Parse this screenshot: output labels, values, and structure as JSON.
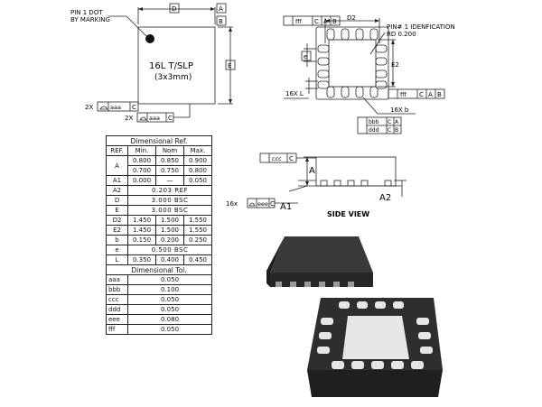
{
  "top_view": {
    "pin1_label_line1": "PIN 1 DOT",
    "pin1_label_line2": "BY MARKING",
    "package_line1": "16L T/SLP",
    "package_line2": "(3x3mm)",
    "dim_d": "D",
    "dim_a": "A",
    "dim_b": "B",
    "dim_e": "E",
    "tol1_prefix": "2X",
    "tol1_value": "aaa",
    "tol1_datum": "C",
    "tol2_prefix": "2X",
    "tol2_value": "aaa",
    "tol2_datum": "C"
  },
  "bottom_view": {
    "fff_label": "fff",
    "datums": [
      "C",
      "A",
      "B"
    ],
    "d2_label": "D2",
    "pin1_ident": "PIN# 1 IDENFICATION",
    "rd_label": "RD 0.200",
    "e_label": "e",
    "e2_label": "E2",
    "l_label": "16X L",
    "b_label": "16X b",
    "bbb_label": "bbb",
    "ddd_label": "ddd"
  },
  "side_view": {
    "title": "SIDE VIEW",
    "ccc_label": "ccc",
    "c_label": "C",
    "a_label": "A",
    "a1_label": "A1",
    "a2_label": "A2",
    "eee_prefix": "16x",
    "eee_label": "eee"
  },
  "table": {
    "title": "Dimensional Ref.",
    "headers": [
      "REF.",
      "Min.",
      "Nom",
      "Max."
    ],
    "rows": [
      {
        "ref": "A",
        "min": "0.800",
        "nom": "0.850",
        "max": "0.900"
      },
      {
        "ref": "",
        "min": "0.700",
        "nom": "0.750",
        "max": "0.800"
      },
      {
        "ref": "A1",
        "min": "0.000",
        "nom": "—",
        "max": "0.050"
      },
      {
        "ref": "A2",
        "span": "0.203  REF"
      },
      {
        "ref": "D",
        "span": "3.000  BSC"
      },
      {
        "ref": "E",
        "span": "3.000  BSC"
      },
      {
        "ref": "D2",
        "min": "1.450",
        "nom": "1.500",
        "max": "1.550"
      },
      {
        "ref": "E2",
        "min": "1.450",
        "nom": "1.500",
        "max": "1.550"
      },
      {
        "ref": "b",
        "min": "0.150",
        "nom": "0.200",
        "max": "0.250"
      },
      {
        "ref": "e",
        "span": "0.500  BSC"
      },
      {
        "ref": "L",
        "min": "0.350",
        "nom": "0.400",
        "max": "0.450"
      }
    ],
    "tol_title": "Dimensional Tol.",
    "tol_rows": [
      {
        "ref": "aaa",
        "value": "0.050"
      },
      {
        "ref": "bbb",
        "value": "0.100"
      },
      {
        "ref": "ccc",
        "value": "0.050"
      },
      {
        "ref": "ddd",
        "value": "0.050"
      },
      {
        "ref": "eee",
        "value": "0.080"
      },
      {
        "ref": "fff",
        "value": "0.050"
      }
    ]
  },
  "colors": {
    "line": "#222222",
    "package_body": "#2e2e2e",
    "pad": "#e6e6e6"
  }
}
